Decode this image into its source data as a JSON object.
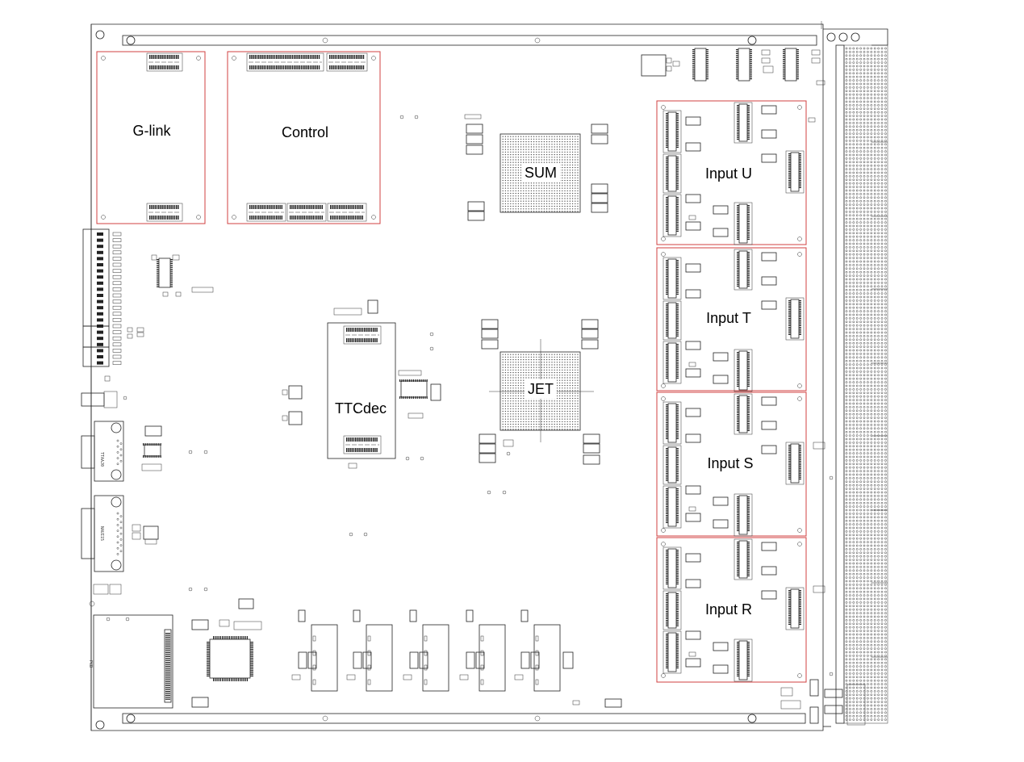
{
  "blocks": {
    "glink": "G-link",
    "control": "Control",
    "sum": "SUM",
    "jet": "JET",
    "ttcdec": "TTCdec",
    "input_u": "Input U",
    "input_t": "Input T",
    "input_s": "Input S",
    "input_r": "Input R"
  },
  "connectors": {
    "upper": "TTAAJ0",
    "lower": "NAUI15",
    "pcb": "PCB"
  },
  "colors": {
    "outline": "#222222",
    "module_border": "#d04040",
    "background": "#ffffff"
  }
}
